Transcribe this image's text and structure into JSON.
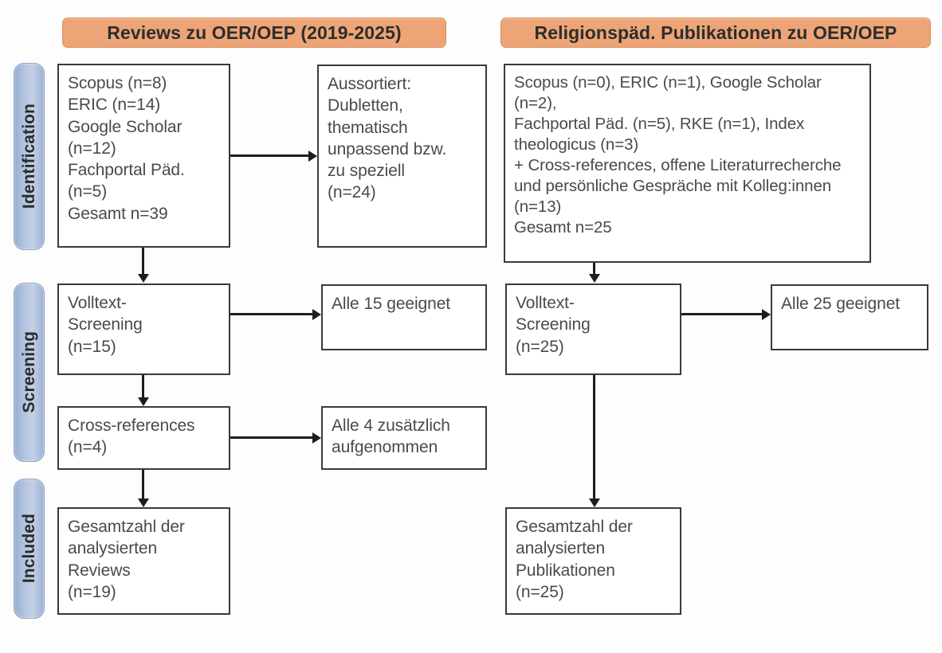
{
  "columns": {
    "left": {
      "header": "Reviews zu OER/OEP (2019-2025)",
      "sources_box": "Scopus (n=8)\nERIC (n=14)\nGoogle Scholar\n(n=12)\nFachportal Päd.\n(n=5)\nGesamt n=39",
      "excluded_box": "Aussortiert:\nDubletten,\nthematisch\nunpassend bzw.\nzu speziell\n(n=24)",
      "fulltext_box": "Volltext-\nScreening\n(n=15)",
      "fulltext_result_box": "Alle 15 geeignet",
      "crossref_box": "Cross-references\n(n=4)",
      "crossref_result_box": "Alle 4 zusätzlich\naufgenommen",
      "included_box": "Gesamtzahl der\nanalysierten\nReviews\n(n=19)"
    },
    "right": {
      "header": "Religionspäd. Publikationen zu OER/OEP",
      "sources_box": "Scopus (n=0), ERIC (n=1), Google Scholar (n=2),\nFachportal Päd. (n=5), RKE (n=1), Index\ntheologicus (n=3)\n+ Cross-references, offene Literaturrecherche\nund persönliche Gespräche mit Kolleg:innen\n(n=13)\nGesamt n=25",
      "fulltext_box": "Volltext-\nScreening\n(n=25)",
      "fulltext_result_box": "Alle 25 geeignet",
      "included_box": "Gesamtzahl der\nanalysierten\nPublikationen\n(n=25)"
    }
  },
  "phases": [
    {
      "label": "Identification"
    },
    {
      "label": "Screening"
    },
    {
      "label": "Included"
    }
  ],
  "colors": {
    "header_fill": "#eda577",
    "phase_fill": "#b6c6e0",
    "box_border": "#3a3a3a",
    "connector": "#1d1d1d",
    "text": "#4a4a4a"
  }
}
